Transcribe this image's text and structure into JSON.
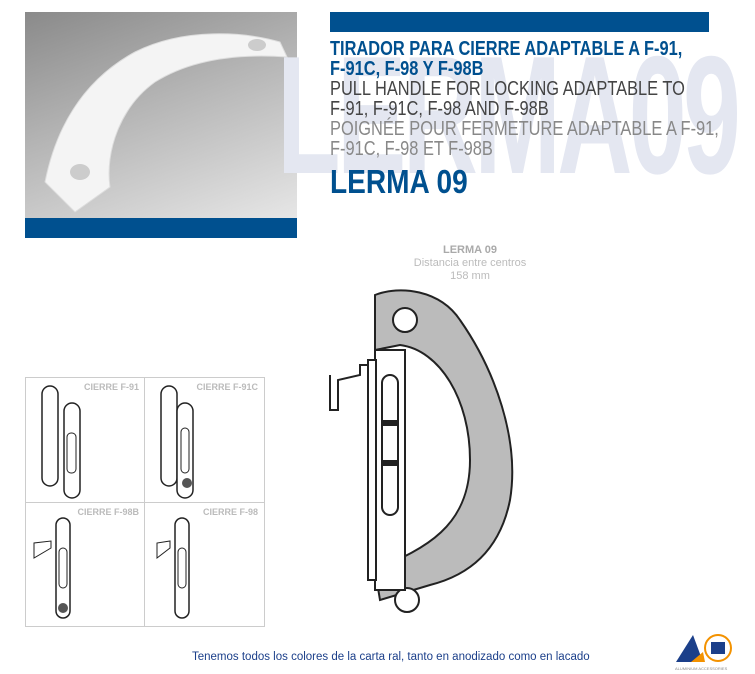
{
  "watermark": "LERMA09",
  "title": {
    "es_line1": "TIRADOR PARA CIERRE ADAPTABLE A F-91,",
    "es_line2": "F-91C, F-98 Y F-98B",
    "en_line1": "PULL HANDLE FOR LOCKING ADAPTABLE TO",
    "en_line2": "F-91, F-91C, F-98 AND F-98B",
    "fr_line1": "POIGNÉE POUR FERMETURE ADAPTABLE A F-91,",
    "fr_line2": "F-91C, F-98 ET F-98B",
    "model": "LERMA 09"
  },
  "caption": {
    "model": "LERMA 09",
    "line1": "Distancia entre centros",
    "line2": "158 mm"
  },
  "locks": [
    {
      "label": "CIERRE F-91"
    },
    {
      "label": "CIERRE F-91C"
    },
    {
      "label": "CIERRE F-98B"
    },
    {
      "label": "CIERRE F-98"
    }
  ],
  "footer": "Tenemos todos los colores de la carta ral, tanto en anodizado como en lacado",
  "logo": {
    "text": "ALUMINIUM ACCESSORIES"
  },
  "colors": {
    "brand": "#00508f",
    "logo_orange": "#f39200"
  }
}
